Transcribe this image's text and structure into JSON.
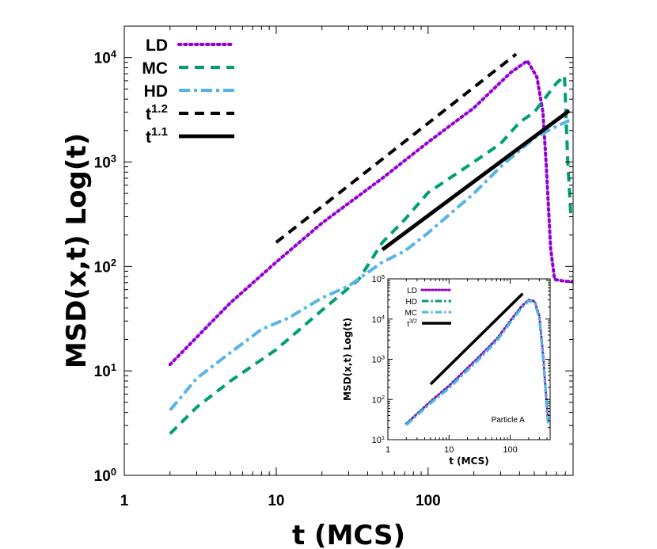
{
  "chart_data": [
    {
      "type": "line",
      "xscale": "log",
      "yscale": "log",
      "xlim": [
        1,
        900
      ],
      "ylim": [
        1,
        20000
      ],
      "xticks": [
        "1",
        "10",
        "100"
      ],
      "yticks": [
        {
          "base": "10",
          "exp": "0"
        },
        {
          "base": "10",
          "exp": "1"
        },
        {
          "base": "10",
          "exp": "2"
        },
        {
          "base": "10",
          "exp": "3"
        },
        {
          "base": "10",
          "exp": "4"
        }
      ],
      "xlabel": "t (MCS)",
      "ylabel": "MSD(x,t) Log(t)",
      "legend_position": "top-left",
      "series": [
        {
          "name": "LD",
          "style": "dotted",
          "color": "#9400d3",
          "points": [
            [
              2,
              11.5
            ],
            [
              5,
              45
            ],
            [
              10,
              110
            ],
            [
              20,
              260
            ],
            [
              50,
              700
            ],
            [
              100,
              1550
            ],
            [
              200,
              3300
            ],
            [
              350,
              7200
            ],
            [
              450,
              9300
            ],
            [
              520,
              6500
            ],
            [
              570,
              3000
            ],
            [
              600,
              900
            ],
            [
              640,
              150
            ],
            [
              680,
              75
            ],
            [
              800,
              72
            ],
            [
              900,
              72
            ]
          ]
        },
        {
          "name": "MC",
          "style": "dashed",
          "color": "#009e73",
          "points": [
            [
              2,
              2.5
            ],
            [
              3,
              4.5
            ],
            [
              5,
              8
            ],
            [
              10,
              16
            ],
            [
              20,
              38
            ],
            [
              35,
              75
            ],
            [
              50,
              170
            ],
            [
              70,
              280
            ],
            [
              100,
              510
            ],
            [
              200,
              1000
            ],
            [
              300,
              1500
            ],
            [
              400,
              2400
            ],
            [
              500,
              3000
            ],
            [
              700,
              5700
            ],
            [
              790,
              6700
            ],
            [
              830,
              1000
            ],
            [
              870,
              300
            ]
          ]
        },
        {
          "name": "HD",
          "style": "dash-dot",
          "color": "#56b4e9",
          "points": [
            [
              2,
              4.2
            ],
            [
              3,
              8.5
            ],
            [
              5,
              15
            ],
            [
              8,
              25
            ],
            [
              12,
              32
            ],
            [
              20,
              50
            ],
            [
              30,
              65
            ],
            [
              50,
              110
            ],
            [
              70,
              140
            ],
            [
              100,
              210
            ],
            [
              200,
              500
            ],
            [
              300,
              900
            ],
            [
              500,
              1700
            ],
            [
              700,
              2200
            ],
            [
              850,
              2500
            ]
          ]
        },
        {
          "name": "t",
          "superscript": "1.2",
          "style": "dashed",
          "color": "#000000",
          "points": [
            [
              10,
              170
            ],
            [
              380,
              10800
            ]
          ]
        },
        {
          "name": "t",
          "superscript": "1.1",
          "style": "solid",
          "color": "#000000",
          "points": [
            [
              50,
              145
            ],
            [
              850,
              3100
            ]
          ]
        }
      ]
    },
    {
      "type": "line",
      "inset": true,
      "xscale": "log",
      "yscale": "log",
      "xlim": [
        1,
        450
      ],
      "ylim": [
        10,
        100000
      ],
      "xticks": [
        "1",
        "10",
        "100"
      ],
      "yticks": [
        {
          "base": "10",
          "exp": "1"
        },
        {
          "base": "10",
          "exp": "2"
        },
        {
          "base": "10",
          "exp": "3"
        },
        {
          "base": "10",
          "exp": "4"
        },
        {
          "base": "10",
          "exp": "5"
        }
      ],
      "xlabel": "t (MCS)",
      "ylabel": "MSD(x,t) Log(t)",
      "annotation": "Particle A",
      "legend_position": "top-left",
      "series": [
        {
          "name": "LD",
          "style": "dotted",
          "color": "#9400d3",
          "points": [
            [
              2,
              25
            ],
            [
              5,
              90
            ],
            [
              10,
              220
            ],
            [
              30,
              1100
            ],
            [
              60,
              3200
            ],
            [
              100,
              9000
            ],
            [
              150,
              20000
            ],
            [
              200,
              30000
            ],
            [
              250,
              28000
            ],
            [
              300,
              12000
            ],
            [
              350,
              1000
            ],
            [
              400,
              60
            ],
            [
              420,
              30
            ]
          ]
        },
        {
          "name": "HD",
          "style": "dash-dot",
          "color": "#009e73",
          "points": [
            [
              2,
              24
            ],
            [
              5,
              85
            ],
            [
              10,
              200
            ],
            [
              30,
              1000
            ],
            [
              60,
              3000
            ],
            [
              100,
              8500
            ],
            [
              150,
              19000
            ],
            [
              200,
              29000
            ],
            [
              250,
              27000
            ],
            [
              300,
              11000
            ],
            [
              350,
              900
            ],
            [
              400,
              55
            ],
            [
              420,
              25
            ]
          ]
        },
        {
          "name": "MC",
          "style": "dash-dot",
          "color": "#56b4e9",
          "points": [
            [
              2,
              23
            ],
            [
              5,
              80
            ],
            [
              10,
              190
            ],
            [
              30,
              950
            ],
            [
              60,
              2800
            ],
            [
              100,
              8000
            ],
            [
              150,
              18000
            ],
            [
              200,
              28000
            ],
            [
              250,
              26000
            ],
            [
              300,
              10000
            ],
            [
              350,
              800
            ],
            [
              400,
              50
            ],
            [
              420,
              22
            ]
          ]
        },
        {
          "name": "t",
          "superscript": "3/2",
          "style": "solid",
          "color": "#000000",
          "points": [
            [
              5,
              240
            ],
            [
              160,
              43000
            ]
          ]
        }
      ]
    }
  ]
}
